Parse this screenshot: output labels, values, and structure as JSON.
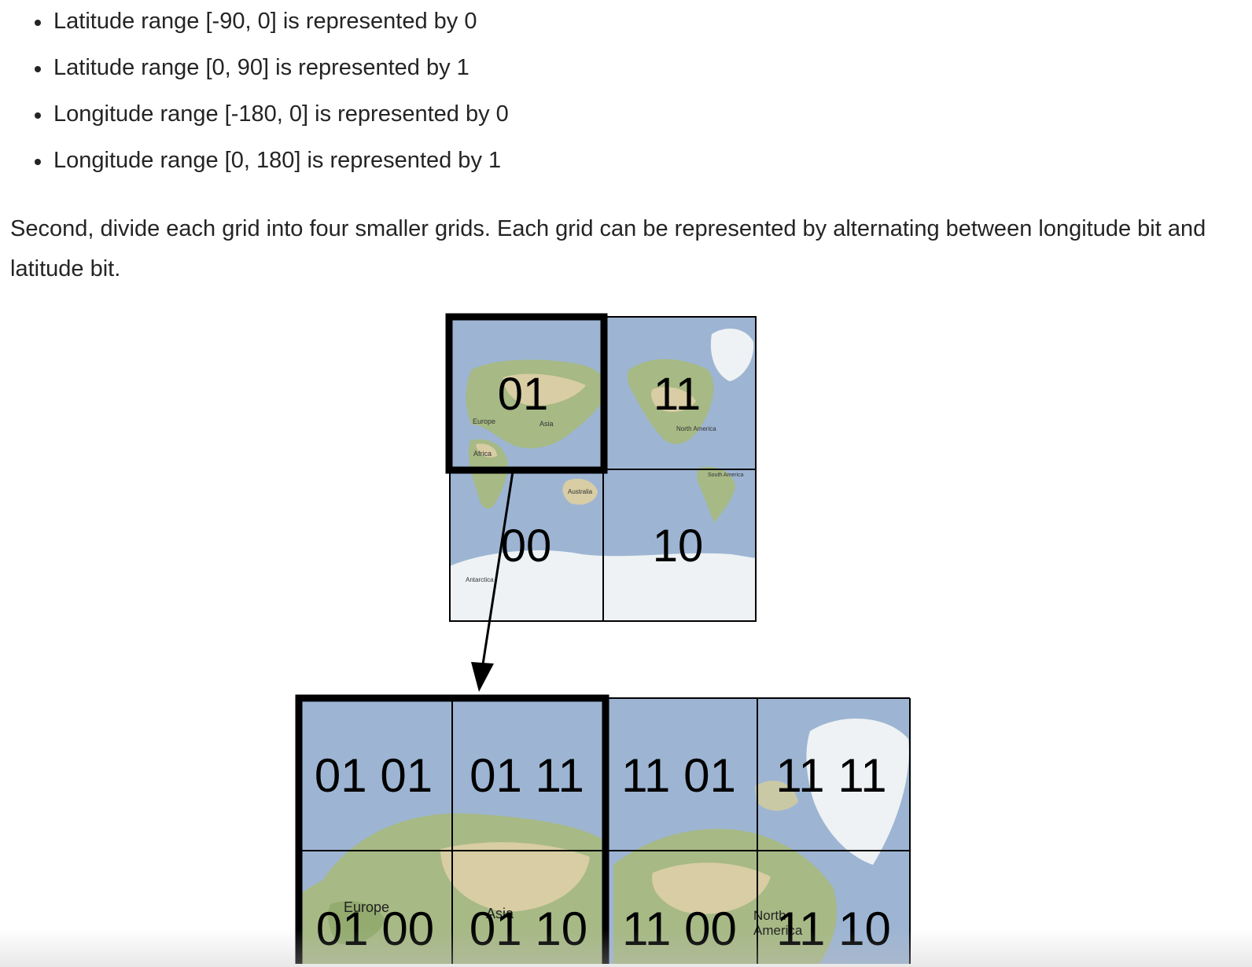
{
  "bullets": [
    "Latitude range [-90, 0] is represented by 0",
    "Latitude range [0, 90] is represented by 1",
    "Longitude range [-180, 0] is represented by 0",
    "Longitude range [0, 180] is represented by 1"
  ],
  "paragraph": "Second, divide each grid into four smaller grids. Each grid can be represented by alternating between longitude bit and latitude bit.",
  "figure": {
    "top_grid": {
      "cells": {
        "nw": "01",
        "ne": "11",
        "sw": "00",
        "se": "10"
      },
      "map_labels": {
        "europe": "Europe",
        "asia": "Asia",
        "africa": "Africa",
        "north_america": "North America",
        "south_america": "South America",
        "australia": "Australia",
        "antarctica": "Antarctica"
      }
    },
    "bottom_grid": {
      "top_row": [
        "01 01",
        "01 11",
        "11 01",
        "11 11"
      ],
      "bottom_row": [
        "01 00",
        "01 10",
        "11 00",
        "11 10"
      ],
      "map_labels": {
        "europe": "Europe",
        "asia": "Asia",
        "north_america": "North America"
      }
    },
    "colors": {
      "ocean": "#9db5d3",
      "land_green": "#9bb27a",
      "land_tan": "#d9cfa6",
      "ice": "#eef2f4",
      "border": "#000000"
    }
  }
}
